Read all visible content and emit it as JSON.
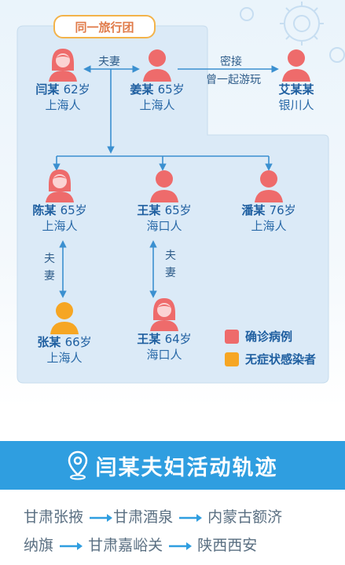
{
  "colors": {
    "confirmed": "#ee6b6b",
    "asymptomatic": "#f6a623",
    "line": "#3b90d0",
    "banner": "#2f9ee0"
  },
  "group_label": "同一旅行团",
  "relations": {
    "spouse_top": "夫妻",
    "contact_line1": "密接",
    "contact_line2": "曾一起游玩",
    "spouse_left": "夫妻",
    "spouse_mid": "夫妻"
  },
  "people": [
    {
      "id": "yan",
      "name": "闫某",
      "age": "62岁",
      "city": "上海人",
      "status": "confirmed",
      "gender": "female"
    },
    {
      "id": "jiang",
      "name": "姜某",
      "age": "65岁",
      "city": "上海人",
      "status": "confirmed",
      "gender": "male"
    },
    {
      "id": "ai",
      "name": "艾某某",
      "age": "",
      "city": "银川人",
      "status": "confirmed",
      "gender": "male"
    },
    {
      "id": "chen",
      "name": "陈某",
      "age": "65岁",
      "city": "上海人",
      "status": "confirmed",
      "gender": "female"
    },
    {
      "id": "wang1",
      "name": "王某",
      "age": "65岁",
      "city": "海口人",
      "status": "confirmed",
      "gender": "male"
    },
    {
      "id": "pan",
      "name": "潘某",
      "age": "76岁",
      "city": "上海人",
      "status": "confirmed",
      "gender": "male"
    },
    {
      "id": "zhang",
      "name": "张某",
      "age": "66岁",
      "city": "上海人",
      "status": "asymptomatic",
      "gender": "male"
    },
    {
      "id": "wang2",
      "name": "王某",
      "age": "64岁",
      "city": "海口人",
      "status": "confirmed",
      "gender": "female"
    }
  ],
  "legend": {
    "confirmed": "确诊病例",
    "asymptomatic": "无症状感染者"
  },
  "banner": {
    "title": "闫某夫妇活动轨迹",
    "icon": "location-pin-icon"
  },
  "route": [
    "甘肃张掖",
    "甘肃酒泉",
    "内蒙古额济纳旗",
    "甘肃嘉峪关",
    "陕西西安"
  ],
  "route_display": {
    "s1": "甘肃张掖",
    "s2": "甘肃酒泉",
    "s3a": "内蒙古额济",
    "s3b": "纳旗",
    "s4": "甘肃嘉峪关",
    "s5": "陕西西安"
  }
}
